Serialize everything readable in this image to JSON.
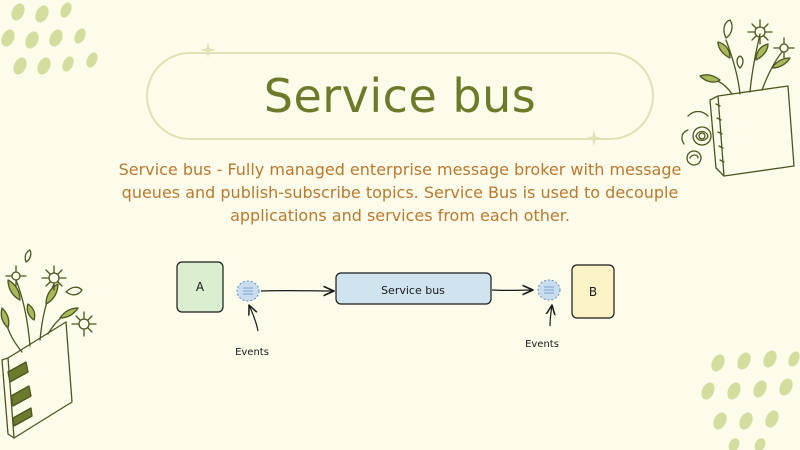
{
  "slide": {
    "title": "Service bus",
    "description": "Service bus - Fully managed enterprise message broker with message queues and publish-subscribe topics. Service Bus is used to decouple applications and services from each other."
  },
  "diagram": {
    "node_a": "A",
    "node_b": "B",
    "bus_label": "Service bus",
    "events_left": "Events",
    "events_right": "Events"
  },
  "colors": {
    "background": "#fdfbe9",
    "title": "#6e7a2a",
    "description": "#b9792f",
    "node_a_fill": "#d9efcf",
    "node_b_fill": "#fbf2c6",
    "bus_fill": "#cfe4ef",
    "event_fill": "#c8ddee",
    "leaf": "#bcc96c"
  }
}
